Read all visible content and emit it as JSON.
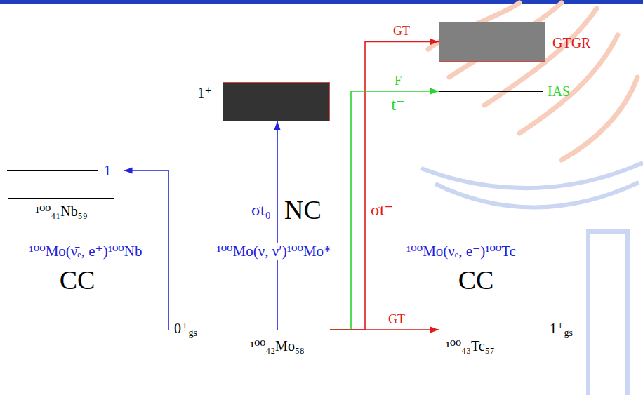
{
  "diagram": {
    "nodes": [
      {
        "text": [
          "GTGR"
        ]
      },
      {
        "text": [
          "IAS"
        ]
      },
      {
        "text": [
          "1⁺"
        ]
      },
      {
        "text": [
          "1⁻"
        ]
      },
      {
        "text": [
          "¹⁰⁰₄₁Nb₅₉"
        ]
      },
      {
        "text": [
          "0⁺gs",
          "¹⁰⁰₄₂Mo₅₈"
        ]
      },
      {
        "text": [
          "1⁺gs",
          "¹⁰⁰₄₃Tc₅₇"
        ]
      }
    ],
    "edges": [
      {
        "from": 5,
        "to": 3,
        "arrow": "to"
      },
      {
        "from": 5,
        "to": 2,
        "arrow": "to"
      },
      {
        "from": 5,
        "to": 0,
        "arrow": "to",
        "label": "GT"
      },
      {
        "from": 5,
        "to": 1,
        "arrow": "to",
        "label": "F"
      },
      {
        "from": 5,
        "to": 6,
        "arrow": "to",
        "label": "GT"
      }
    ],
    "labels": [
      "t⁻",
      "σt₀",
      "NC",
      "σt⁻",
      "¹⁰⁰Mo(ν̄ₑ, e⁺)¹⁰⁰Nb",
      "¹⁰⁰Mo(ν, ν′)¹⁰⁰Mo*",
      "¹⁰⁰Mo(νₑ, e⁻)¹⁰⁰Tc",
      "CC",
      "CC"
    ]
  }
}
